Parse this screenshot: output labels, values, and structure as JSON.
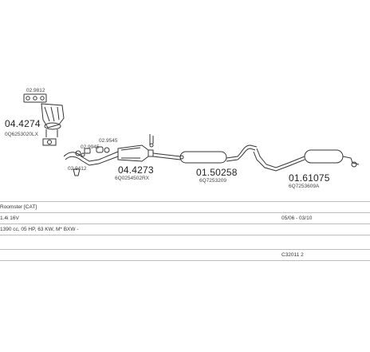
{
  "parts": [
    {
      "id": "p1",
      "number": "04.4274",
      "code": "0Q6253020LX"
    },
    {
      "id": "p2",
      "number": "04.4273",
      "code": "6Q0254502RX"
    },
    {
      "id": "p3",
      "number": "01.50258",
      "code": "6Q7253209"
    },
    {
      "id": "p4",
      "number": "01.61075",
      "code": "6Q7253609A"
    }
  ],
  "small_parts": [
    "02.9812",
    "02.9945",
    "02.9545",
    "02.9412"
  ],
  "info_rows": [
    {
      "left": "Roomster [CAT]",
      "right": ""
    },
    {
      "left": "1.4i 16V",
      "right": "05/06 - 03/10"
    },
    {
      "left": "1390 cc, 05 HP, 63 KW, M* BXW -",
      "right": ""
    },
    {
      "left": "",
      "right": ""
    },
    {
      "left": "",
      "right": "C32011 2"
    }
  ]
}
